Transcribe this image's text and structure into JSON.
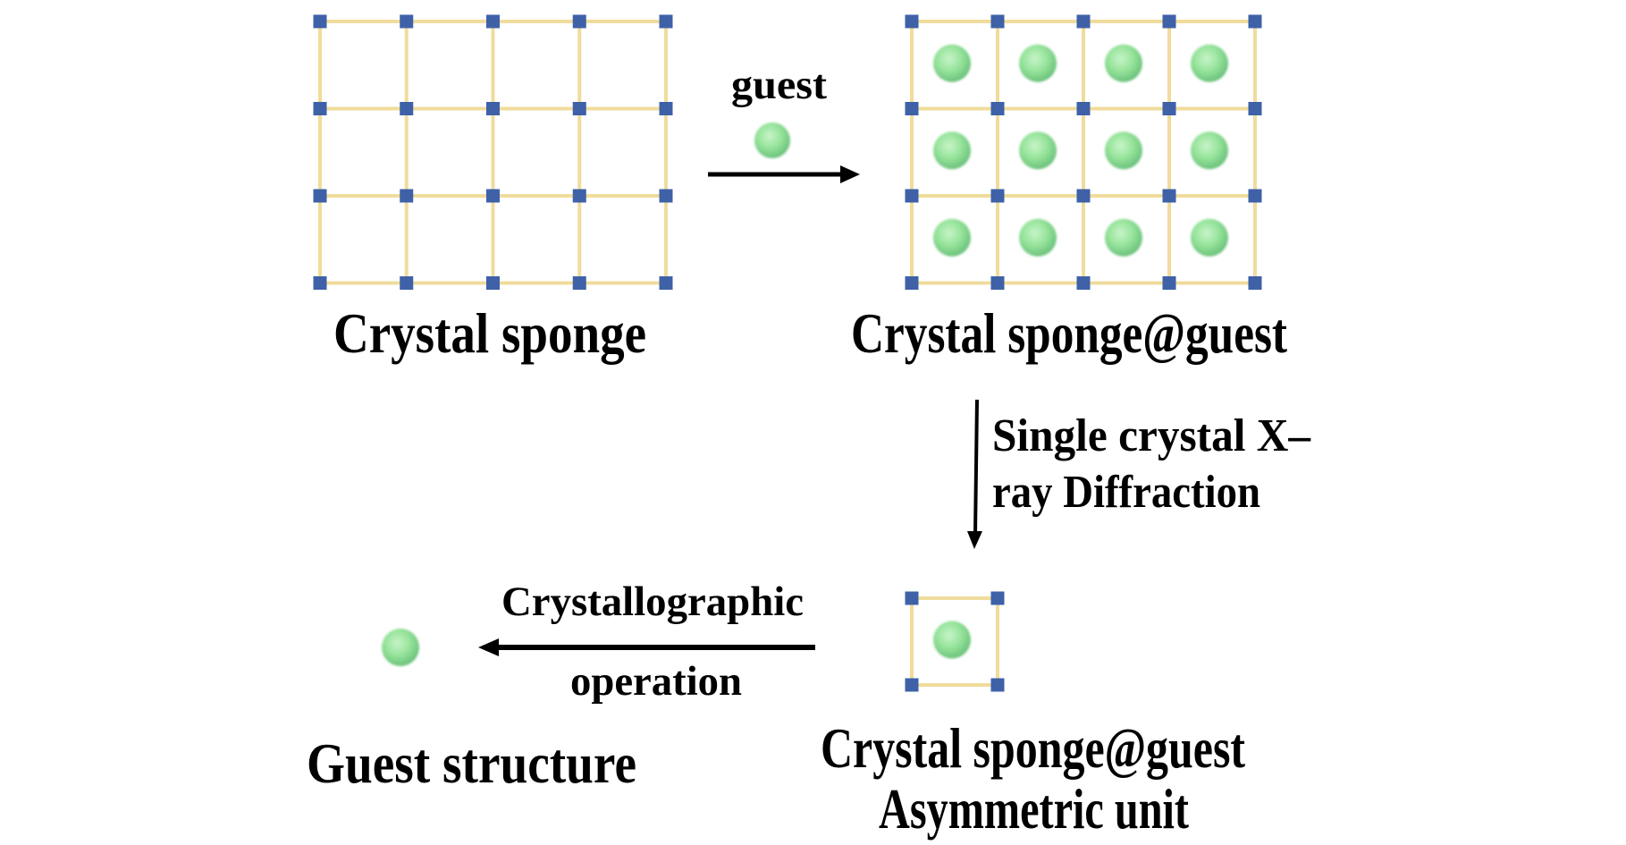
{
  "colors": {
    "background": "#ffffff",
    "lattice_line": "#f0dc9c",
    "lattice_node": "#3e61a8",
    "guest_fill": "#95e39a",
    "guest_edge": "#6cc27c",
    "guest_highlight": "#c8f4c8",
    "arrow": "#000000",
    "text": "#000000"
  },
  "panels": {
    "empty_sponge": {
      "label": "Crystal sponge",
      "lattice": {
        "cols": 4,
        "rows": 3,
        "guests": false
      }
    },
    "loaded_sponge": {
      "label": "Crystal sponge@guest",
      "lattice": {
        "cols": 4,
        "rows": 3,
        "guests": true
      }
    },
    "asymmetric_unit": {
      "label_line1": "Crystal sponge@guest",
      "label_line2": "Asymmetric unit",
      "lattice": {
        "cols": 1,
        "rows": 1,
        "guests": true
      }
    },
    "guest_structure": {
      "label": "Guest structure"
    }
  },
  "steps": {
    "add_guest": {
      "label": "guest",
      "direction": "right"
    },
    "diffraction": {
      "label_line1": "Single crystal X–",
      "label_line2": "ray Diffraction",
      "direction": "down"
    },
    "crystallographic": {
      "label_line1": "Crystallographic",
      "label_line2": "operation",
      "direction": "left"
    }
  }
}
